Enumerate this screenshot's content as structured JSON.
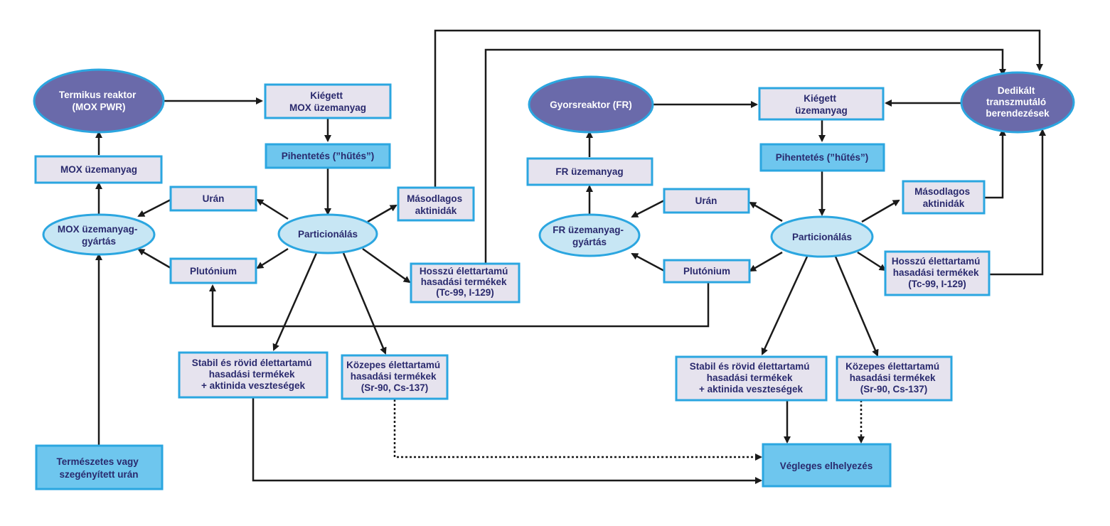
{
  "colors": {
    "dark_ellipse_fill": "#6a6aaa",
    "dark_ellipse_stroke": "#2ba6e0",
    "light_ellipse_fill": "#c7e6f4",
    "light_ellipse_stroke": "#2ba6e0",
    "grey_box_fill": "#e6e3ee",
    "blue_box_fill": "#6ec6ee",
    "box_stroke": "#2ba6e0",
    "text_navy": "#2a2a6e",
    "arrow": "#1a1a1a"
  },
  "left": {
    "reactor": [
      "Termikus reaktor",
      "(MOX PWR)"
    ],
    "spent_fuel": [
      "Kiégett",
      "MOX üzemanyag"
    ],
    "cooling": [
      "Pihentetés (”hűtés”)"
    ],
    "fuel": [
      "MOX üzemanyag"
    ],
    "fabrication": [
      "MOX üzemanyag-",
      "gyártás"
    ],
    "uranium": [
      "Urán"
    ],
    "plutonium": [
      "Plutónium"
    ],
    "partitioning": [
      "Particionálás"
    ],
    "minor_actinides": [
      "Másodlagos",
      "aktinidák"
    ],
    "long_lived_fp": [
      "Hosszú élettartamú",
      "hasadási termékek",
      "(Tc-99, I-129)"
    ],
    "stable_fp": [
      "Stabil és rövid élettartamú",
      "hasadási termékek",
      "+ aktinida veszteségek"
    ],
    "medium_fp": [
      "Közepes élettartamú",
      "hasadási termékek",
      "(Sr-90, Cs-137)"
    ],
    "natural_uranium": [
      "Természetes vagy",
      "szegényített urán"
    ]
  },
  "right": {
    "reactor": [
      "Gyorsreaktor (FR)"
    ],
    "spent_fuel": [
      "Kiégett",
      "üzemanyag"
    ],
    "transmutation": [
      "Dedikált",
      "transzmutáló",
      "berendezések"
    ],
    "cooling": [
      "Pihentetés (”hűtés”)"
    ],
    "fuel": [
      "FR üzemanyag"
    ],
    "fabrication": [
      "FR üzemanyag-",
      "gyártás"
    ],
    "uranium": [
      "Urán"
    ],
    "plutonium": [
      "Plutónium"
    ],
    "partitioning": [
      "Particionálás"
    ],
    "minor_actinides": [
      "Másodlagos",
      "aktinidák"
    ],
    "long_lived_fp": [
      "Hosszú élettartamú",
      "hasadási termékek",
      "(Tc-99, I-129)"
    ],
    "stable_fp": [
      "Stabil és rövid élettartamú",
      "hasadási termékek",
      "+ aktinida veszteségek"
    ],
    "medium_fp": [
      "Közepes élettartamú",
      "hasadási termékek",
      "(Sr-90, Cs-137)"
    ],
    "disposal": [
      "Végleges elhelyezés"
    ]
  }
}
